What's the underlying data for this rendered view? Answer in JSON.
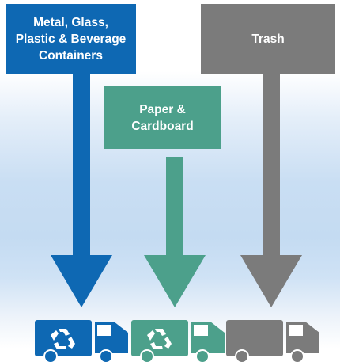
{
  "boxes": {
    "metal": {
      "label": "Metal, Glass,\nPlastic & Beverage\nContainers",
      "color": "#0e68b3"
    },
    "paper": {
      "label": "Paper &\nCardboard",
      "color": "#4ca08b"
    },
    "trash": {
      "label": "Trash",
      "color": "#7b7b7b"
    }
  },
  "colors": {
    "blue": "#0e68b3",
    "teal": "#4ca08b",
    "gray": "#7b7b7b"
  },
  "icons": {
    "metal_truck": "recycling-truck-icon",
    "paper_truck": "recycling-truck-icon",
    "trash_truck": "garbage-truck-icon",
    "recycle_symbol": "recycle-icon"
  }
}
